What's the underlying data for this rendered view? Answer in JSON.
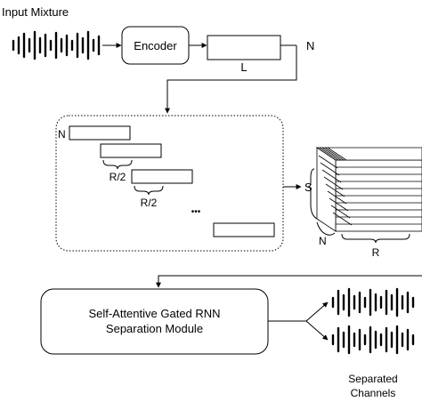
{
  "input": {
    "label": "Input Mixture"
  },
  "encoder": {
    "label": "Encoder"
  },
  "feature": {
    "length_label": "L",
    "channels_label": "N"
  },
  "chunking": {
    "channels_label": "N",
    "hop_label_1": "R/2",
    "hop_label_2": "R/2",
    "ellipsis": "•••"
  },
  "tensor": {
    "s_label": "S",
    "n_label": "N",
    "r_label": "R"
  },
  "separator": {
    "line1": "Self-Attentive Gated RNN",
    "line2": "Separation Module"
  },
  "output": {
    "line1": "Separated",
    "line2": "Channels"
  },
  "icons": [
    "waveform-icon",
    "stacked-chunks-icon"
  ]
}
